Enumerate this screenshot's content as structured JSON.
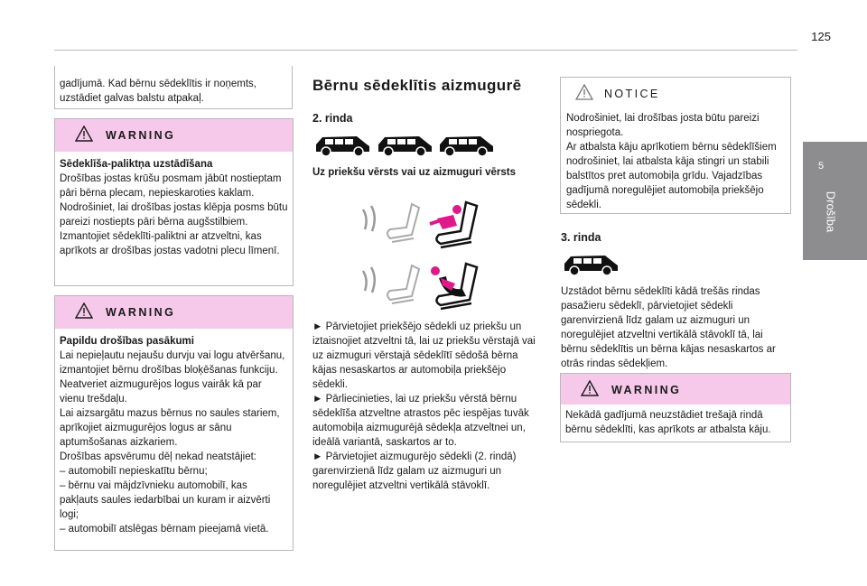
{
  "page": {
    "number": "125"
  },
  "side_tab": {
    "number": "5",
    "label": "Drošība"
  },
  "left": {
    "intro": "gadījumā. Kad bērnu sēdeklītis ir noņemts, uzstādiet galvas balstu atpakaļ.",
    "warning1": {
      "label": "WARNING",
      "title": "Sēdeklīša-paliktņa uzstādīšana",
      "body": "Drošības jostas krūšu posmam jābūt nostieptam pāri bērna plecam, nepieskaroties kaklam.\nNodrošiniet, lai drošības jostas klēpja posms būtu pareizi nostiepts pāri bērna augšstilbiem.\nIzmantojiet sēdeklīti-paliktni ar atzveltni, kas aprīkots ar drošības jostas vadotni plecu līmenī."
    },
    "warning2": {
      "label": "WARNING",
      "title": "Papildu drošības pasākumi",
      "body": "Lai nepieļautu nejaušu durvju vai logu atvēršanu, izmantojiet bērnu drošības bloķēšanas funkciju.\nNeatveriet aizmugurējos logus vairāk kā par vienu trešdaļu.\nLai aizsargātu mazus bērnus no saules stariem, aprīkojiet aizmugurējos logus ar sānu aptumšošanas aizkariem.\nDrošības apsvērumu dēļ nekad neatstājiet:\n–  automobilī nepieskatītu bērnu;\n–  bērnu vai mājdzīvnieku automobilī, kas pakļauts saules iedarbībai un kuram ir aizvērti logi;\n–  automobilī atslēgas bērnam pieejamā vietā."
    }
  },
  "middle": {
    "title": "Bērnu sēdeklītis aizmugurē",
    "row2_heading": "2. rinda",
    "facing_heading": "Uz priekšu vērsts vai uz aizmuguri vērsts",
    "body": "►  Pārvietojiet priekšējo sēdekli uz priekšu un iztaisnojiet atzveltni tā, lai uz priekšu vērstajā vai uz aizmuguri vērstajā sēdeklītī sēdošā bērna kājas nesaskartos ar automobiļa priekšējo sēdekli.\n►  Pārliecinieties, lai uz priekšu vērstā bērnu sēdeklīša atzveltne atrastos pēc iespējas tuvāk automobiļa aizmugurējā sēdekļa atzveltnei un, ideālā variantā, saskartos ar to.\n►  Pārvietojiet aizmugurējo sēdekli (2. rindā) garenvirzienā līdz galam uz aizmuguri un noregulējiet atzveltni vertikālā stāvoklī."
  },
  "right": {
    "notice": {
      "label": "NOTICE",
      "body": "Nodrošiniet, lai drošības josta būtu pareizi nospriegota.\nAr atbalsta kāju aprīkotiem bērnu sēdeklīšiem nodrošiniet, lai atbalsta kāja stingri un stabili balstītos pret automobiļa grīdu. Vajadzības gadījumā noregulējiet automobiļa priekšējo sēdekli."
    },
    "row3_heading": "3. rinda",
    "row3_body": "Uzstādot bērnu sēdeklīti kādā trešās rindas pasažieru sēdeklī, pārvietojiet sēdekli garenvirzienā līdz galam uz aizmuguri un noregulējiet atzveltni vertikālā stāvoklī tā, lai bērnu sēdeklītis un bērna kājas nesaskartos ar otrās rindas sēdekļiem.",
    "warning3": {
      "label": "WARNING",
      "body": "Nekādā gadījumā neuzstādiet trešajā rindā bērnu sēdeklīti, kas aprīkots ar atbalsta kāju."
    }
  },
  "colors": {
    "accent": "#e0198a",
    "warning_band": "#f6c9ea",
    "tab": "#8d8d8f"
  },
  "icons": [
    "warning-triangle-icon",
    "car-icon",
    "child-seat-forward-icon",
    "child-seat-rearward-icon"
  ]
}
